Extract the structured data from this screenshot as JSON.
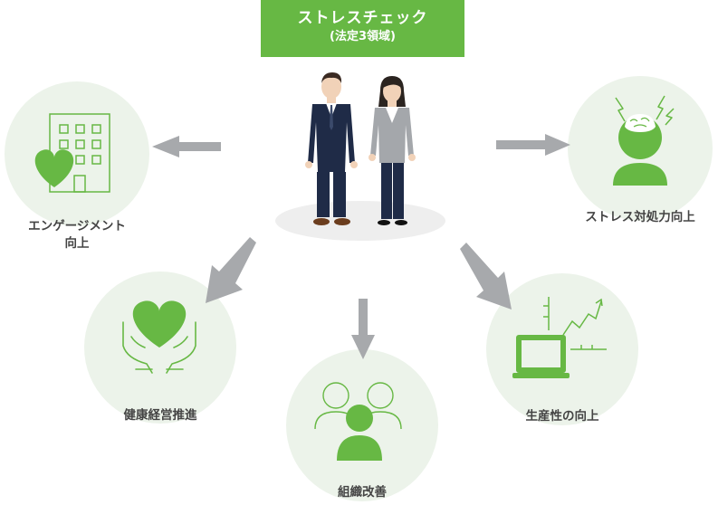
{
  "title": {
    "main": "ストレスチェック",
    "sub": "(法定3領域)"
  },
  "nodes": {
    "engagement": {
      "line1": "エンゲージメント",
      "line2": "向上"
    },
    "stress_coping": {
      "label": "ストレス対処力向上"
    },
    "health_management": {
      "label": "健康経営推進"
    },
    "organization": {
      "label": "組織改善"
    },
    "productivity": {
      "label": "生産性の向上"
    }
  },
  "colors": {
    "accent_green": "#67b844",
    "circle_bg": "#ecf3ea",
    "arrow_gray": "#a7a9ac",
    "suit_navy": "#1f2b47"
  }
}
